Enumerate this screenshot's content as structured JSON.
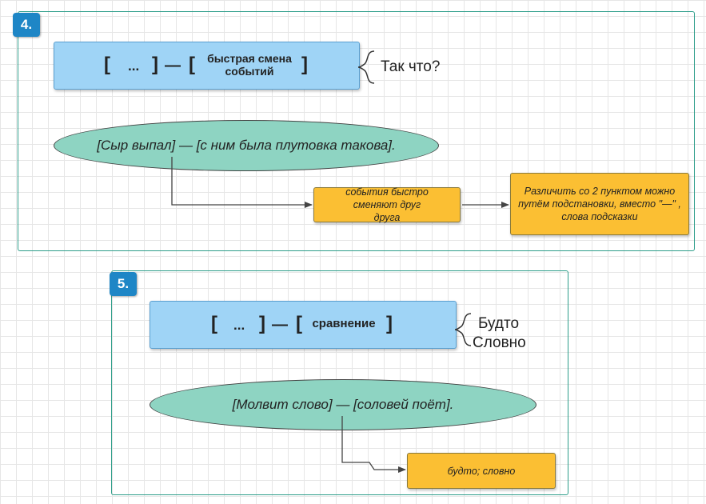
{
  "sections": [
    {
      "number": "4.",
      "scheme": {
        "dots": "...",
        "caption": "быстрая смена событий"
      },
      "brace_label": "Так что?",
      "example": "[Сыр выпал] — [с ним была плутовка такова].",
      "note_meaning": "события быстро сменяют друг друга",
      "note_hint": "Различить со 2 пунктом можно путём подстановки, вместо \"—\" , слова подсказки"
    },
    {
      "number": "5.",
      "scheme": {
        "dots": "...",
        "caption": "сравнение"
      },
      "brace_label_1": "Будто",
      "brace_label_2": "Словно",
      "example": "[Молвит слово] — [соловей поёт].",
      "note_meaning": "будто; словно"
    }
  ],
  "colors": {
    "panel_border": "#2e9e8a",
    "badge": "#1e86c6",
    "scheme_fill": "#9fd4f6",
    "oval_fill": "#8ed4c2",
    "note_fill": "#fbbf33"
  }
}
